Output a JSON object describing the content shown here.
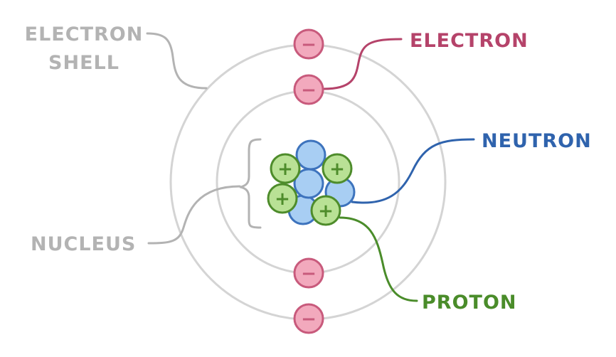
{
  "labels": {
    "electron_shell_line1": "ELECTRON",
    "electron_shell_line2": "SHELL",
    "electron": "ELECTRON",
    "neutron": "NEUTRON",
    "nucleus": "NUCLEUS",
    "proton": "PROTON"
  },
  "signs": {
    "electron": "−",
    "proton": "+"
  },
  "colors": {
    "shell": "#d4d4d4",
    "gray_label": "#b3b3b3",
    "electron_fill": "#f2a9bd",
    "electron_stroke": "#c85a7c",
    "electron_label": "#b5436a",
    "neutron_fill": "#a8cef3",
    "neutron_stroke": "#3d73bd",
    "neutron_label": "#2f63ad",
    "proton_fill": "#b9e195",
    "proton_stroke": "#4e8c2b",
    "proton_label": "#4a8c2a"
  }
}
